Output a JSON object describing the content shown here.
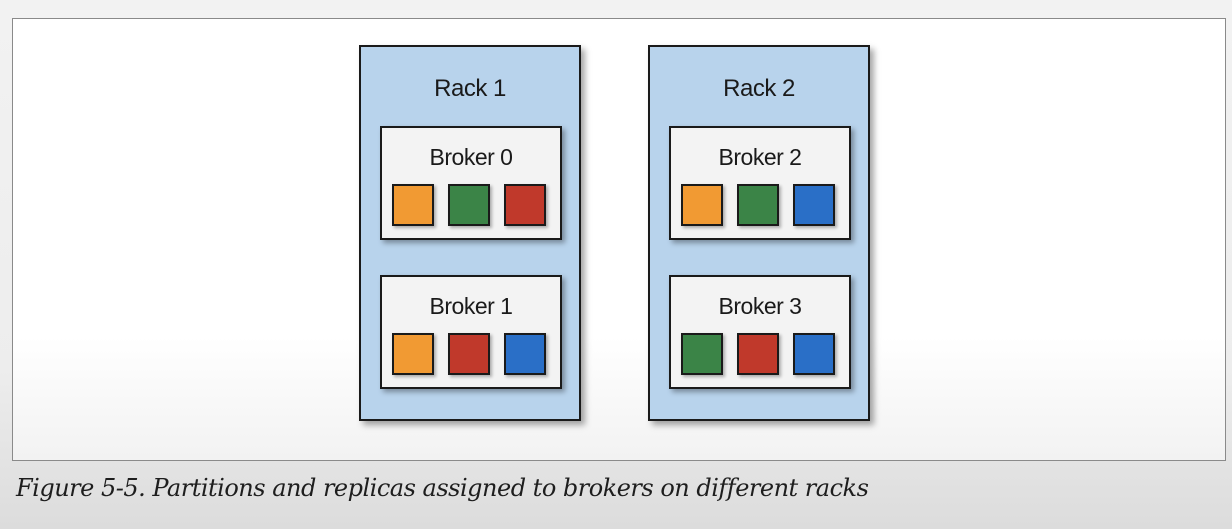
{
  "colors": {
    "orange": "#f19a33",
    "green": "#3b8447",
    "red": "#c0392b",
    "blue": "#2a6fc7",
    "rack_fill": "#b8d3ec",
    "broker_fill": "#f3f3f3"
  },
  "racks": [
    {
      "title": "Rack 1",
      "brokers": [
        {
          "title": "Broker 0",
          "partitions": [
            "orange",
            "green",
            "red"
          ]
        },
        {
          "title": "Broker 1",
          "partitions": [
            "orange",
            "red",
            "blue"
          ]
        }
      ]
    },
    {
      "title": "Rack 2",
      "brokers": [
        {
          "title": "Broker 2",
          "partitions": [
            "orange",
            "green",
            "blue"
          ]
        },
        {
          "title": "Broker 3",
          "partitions": [
            "green",
            "red",
            "blue"
          ]
        }
      ]
    }
  ],
  "caption": "Figure 5-5. Partitions and replicas assigned to brokers on different racks"
}
